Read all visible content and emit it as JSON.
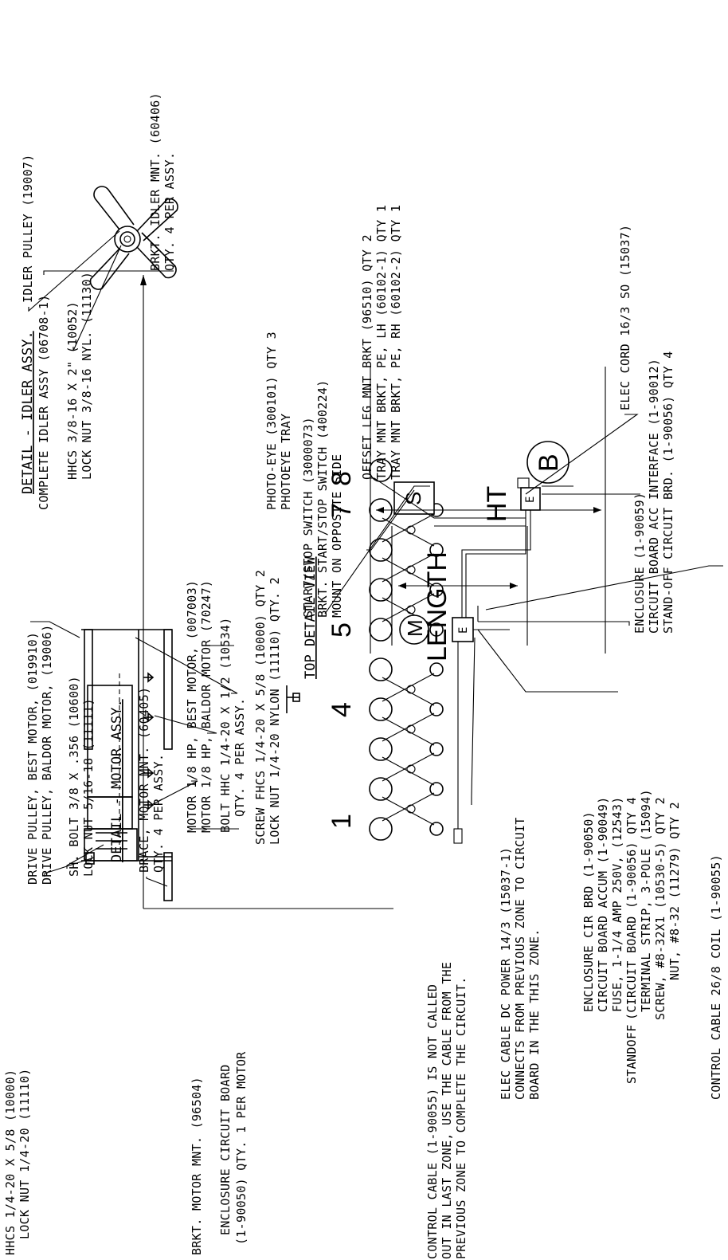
{
  "labels": {
    "hhcs_motor": [
      "HHCS 1/4-20 X 5/8 (10000)",
      "LOCK NUT 1/4-20 (11110)"
    ],
    "brkt_motor_mnt": "BRKT. MOTOR MNT. (96504)",
    "enclosure_cb": [
      "ENCLOSURE CIRCUIT BOARD",
      "(1-90050) QTY. 1 PER MOTOR"
    ],
    "drive_pulley": [
      "DRIVE PULLEY, BEST MOTOR, (019910)",
      "DRIVE PULLEY, BALDOR MOTOR, (19006)"
    ],
    "sh_bolt": [
      "SH. BOLT 3/8 X .356 (10600)",
      "LOCK NUT 5/16-18 (11111)"
    ],
    "detail_motor": "DETAIL  -  MOTOR ASSY.",
    "brace": [
      "BRACE, MOTOR MNT. (60405)",
      "QTY. 4 PER ASSY."
    ],
    "motor": [
      "MOTOR 1/8 HP, BEST MOTOR, (007003)",
      "MOTOR 1/8 HP, BALDOR MOTOR (70247)"
    ],
    "bolt_hhc": [
      "BOLT HHC 1/4-20 X 1/2 (10534)",
      "QTY. 4 PER ASSY."
    ],
    "screw_fhcs": [
      "SCREW FHCS 1/4-20 X 5/8 (10000) QTY 2",
      "LOCK NUT 1/4-20 NYLON (11110) QTY. 2"
    ],
    "control_cable_note": [
      "CONTROL CABLE (1-90055) IS NOT CALLED",
      "OUT IN LAST ZONE, USE THE CABLE FROM THE",
      "PREVIOUS ZONE TO COMPLETE THE CIRCUIT."
    ],
    "elec_cable_dc": [
      "ELEC CABLE DC POWER 14/3 (15037-1)",
      "CONNECTS FROM PREVIOUS ZONE TO CIRCUIT",
      "BOARD IN THE THIS ZONE."
    ],
    "enclosure_list": [
      "ENCLOSURE CIR BRD (1-90050)",
      "CIRCUIT BOARD ACCUM (1-90049)",
      "FUSE, 1-1/4 AMP 250V, (12543)",
      "(CIRCUIT BOARD (1-90056) QTY 4",
      "TERMINAL STRIP, 3-POLE (15094)",
      "SCREW, #8-32X1 (10530-5) QTY 2",
      "NUT, #8-32 (11279) QTY 2"
    ],
    "standoff": "STANDOFF",
    "control_cable_coil": "CONTROL CABLE 26/8 COIL (1-90055)",
    "top_detail_view": "TOP DETAIL VIEW",
    "photo_eye": [
      "PHOTO-EYE (300101) QTY 3",
      "PHOTOEYE TRAY"
    ],
    "start_stop": [
      "START/STOP SWITCH (3000073)",
      "BRKT. START/STOP SWITCH (400224)",
      "MOUNT ON OPPOSITE SIDE"
    ],
    "enclosure_2": [
      "ENCLOSURE (1-90059)",
      "CIRCUIT BOARD ACC INTERFACE (1-90012)",
      "STAND-OFF CIRCUIT BRD. (1-90056) QTY 4"
    ],
    "offset_leg": [
      "OFFSET LEG MNT BRKT (96510) QTY 2",
      "TRAY MNT BRKT, PE, LH (60102-1) QTY 1",
      "TRAY MNT BRKT, PE, RH (60102-2) QTY 1"
    ],
    "elec_cord": "ELEC CORD 16/3 SO (15037)",
    "hhcs_idler": [
      "HHCS 3/8-16 X 2\" (10052)",
      "LOCK NUT 3/8-16 NYL. (11130)"
    ],
    "idler_pulley": "IDLER PULLEY (19007)",
    "brkt_idler": [
      "BRKT. IDLER MNT. (60406)",
      "QTY. 4 PER ASSY."
    ],
    "detail_idler": "DETAIL  -  IDLER ASSY.",
    "complete_idler": "COMPLETE IDLER ASSY (06708-1)",
    "dim_length": "LENGTH",
    "dim_ht": "HT",
    "roller_numbers": [
      "1",
      "4",
      "5",
      "7",
      "8"
    ],
    "symbol_m": "M",
    "symbol_s": "S",
    "symbol_e": "E",
    "symbol_b": "B"
  }
}
